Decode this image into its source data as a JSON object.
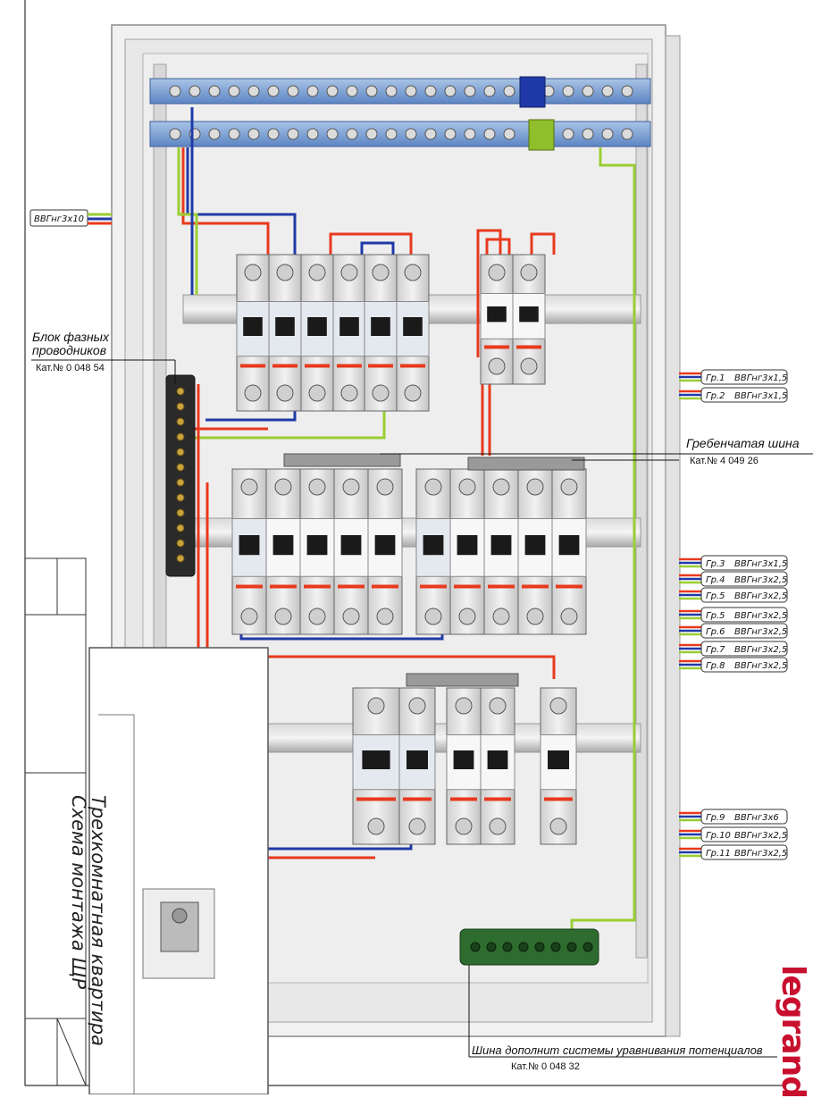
{
  "input_cable": "ВВГнг3х10",
  "phase_block": {
    "line1": "Блок фазных",
    "line2": "проводников",
    "cat": "Кат.№ 0 048 54"
  },
  "comb_bus": {
    "label": "Гребенчатая шина",
    "cat": "Кат.№ 4 049 26"
  },
  "equipotential_bus": {
    "label": "Шина дополнит системы уравнивания потенциалов",
    "cat": "Кат.№ 0 048 32"
  },
  "title": {
    "line1": "Трехкомнатная квартира",
    "line2": "Схема монтажа ЩР"
  },
  "brand": "legrand",
  "groups": [
    {
      "group": "Гр.1",
      "cable": "ВВГнг3х1,5"
    },
    {
      "group": "Гр.2",
      "cable": "ВВГнг3х1,5"
    },
    {
      "group": "Гр.3",
      "cable": "ВВГнг3х1,5"
    },
    {
      "group": "Гр.4",
      "cable": "ВВГнг3х2,5"
    },
    {
      "group": "Гр.5",
      "cable": "ВВГнг3х2,5"
    },
    {
      "group": "Гр.5",
      "cable": "ВВГнг3х2,5"
    },
    {
      "group": "Гр.6",
      "cable": "ВВГнг3х2,5"
    },
    {
      "group": "Гр.7",
      "cable": "ВВГнг3х2,5"
    },
    {
      "group": "Гр.8",
      "cable": "ВВГнг3х2,5"
    },
    {
      "group": "Гр.9",
      "cable": "ВВГнг3х6"
    },
    {
      "group": "Гр.10",
      "cable": "ВВГнг3х2,5"
    },
    {
      "group": "Гр.11",
      "cable": "ВВГнг3х2,5"
    }
  ],
  "colors": {
    "phase": "#e8391d",
    "neutral": "#1f3aa8",
    "earth": "#9acd32",
    "brand": "#c8102e"
  }
}
